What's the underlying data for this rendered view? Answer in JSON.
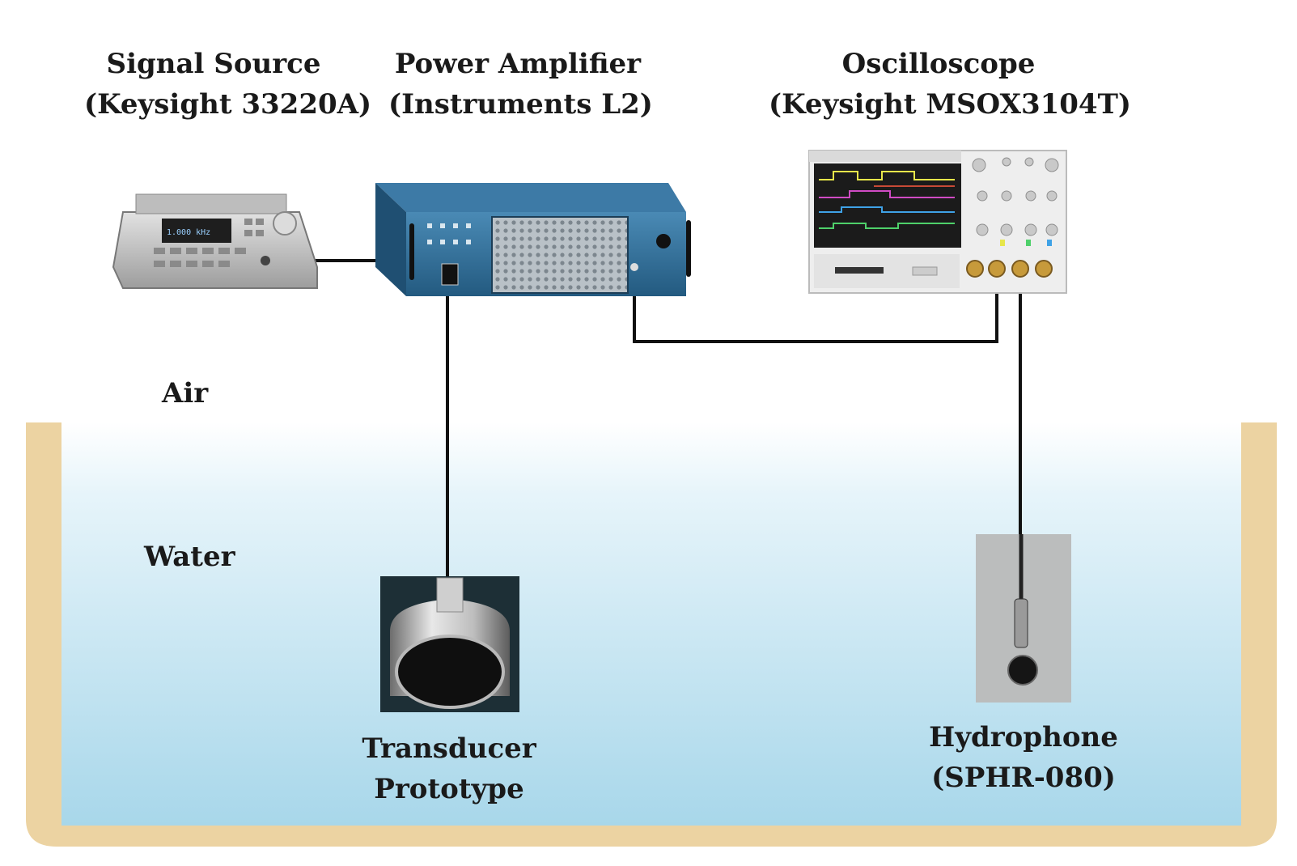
{
  "labels": {
    "signal_source": {
      "line1": "Signal Source",
      "line2": "(Keysight 33220A)"
    },
    "power_amplifier": {
      "line1": "Power Amplifier",
      "line2": "(Instruments L2)"
    },
    "oscilloscope": {
      "line1": "Oscilloscope",
      "line2": "(Keysight MSOX3104T)"
    },
    "transducer": {
      "line1": "Transducer",
      "line2": "Prototype"
    },
    "hydrophone": {
      "line1": "Hydrophone",
      "line2": "(SPHR-080)"
    }
  },
  "media": {
    "air": "Air",
    "water": "Water"
  },
  "colors": {
    "tank_wall": "#ecd3a2",
    "water_top": "#ffffff",
    "water_bottom": "#a5d6ea",
    "amplifier_body": "#2f6f9a",
    "generator_body": "#cfcfcf",
    "scope_body": "#eeeeee",
    "scope_screen": "#1b1b1b",
    "cable": "#111111"
  },
  "instrument_brand": "KEYSIGHT"
}
